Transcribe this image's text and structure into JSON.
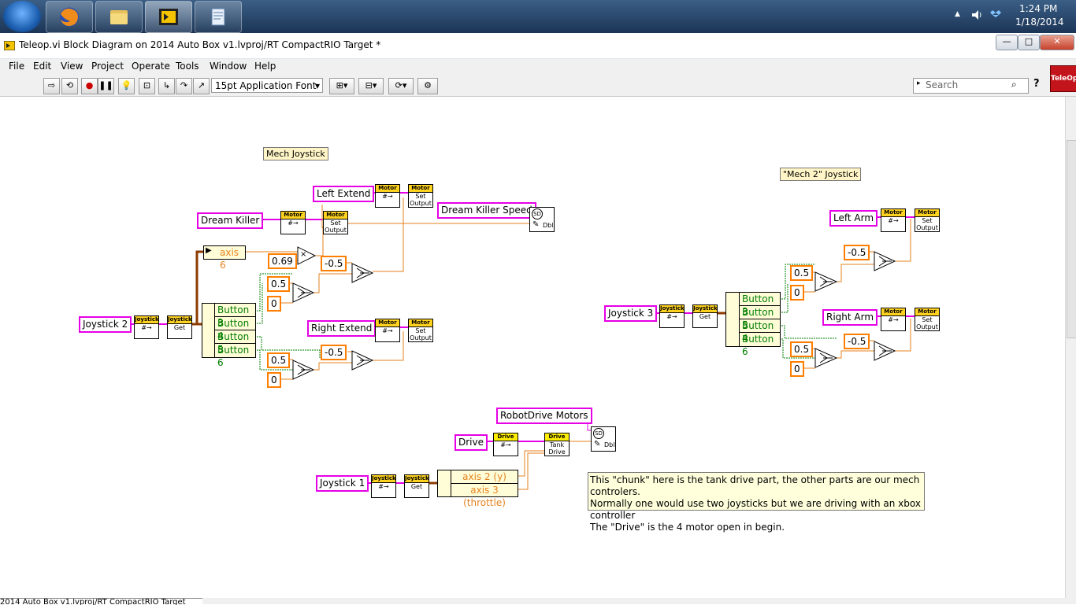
{
  "taskbar": {
    "clock_time": "1:24 PM",
    "clock_date": "1/18/2014",
    "tray_arrow": "▲"
  },
  "window": {
    "title": "Teleop.vi Block Diagram on 2014 Auto Box v1.lvproj/RT CompactRIO Target *",
    "minimize": "—",
    "maximize": "□",
    "close": "✕"
  },
  "menu": [
    "File",
    "Edit",
    "View",
    "Project",
    "Operate",
    "Tools",
    "Window",
    "Help"
  ],
  "toolbar": {
    "font": "15pt Application Font",
    "search_placeholder": "Search",
    "help": "?",
    "teleop_icon_label": "TeleOp"
  },
  "labels": {
    "mech_joystick": "Mech Joystick",
    "mech2_joystick": "\"Mech 2\" Joystick"
  },
  "refs": {
    "left_extend": "Left Extend",
    "dream_killer": "Dream Killer",
    "dream_killer_speed": "Dream Killer Speed",
    "joystick2": "Joystick 2",
    "right_extend": "Right Extend",
    "left_arm": "Left Arm",
    "right_arm": "Right Arm",
    "joystick3": "Joystick 3",
    "robotdrive_motors": "RobotDrive Motors",
    "drive": "Drive",
    "joystick1": "Joystick 1"
  },
  "nodes": {
    "motor": "Motor",
    "joystick": "Joystick",
    "drive": "Drive",
    "get": "Get",
    "set_output": "Set Output",
    "tank_drive": "Tank Drive",
    "dbl": "Dbl",
    "sd": "SD"
  },
  "constants": {
    "c069": "0.69",
    "cneg05": "-0.5",
    "c05": "0.5",
    "c0": "0",
    "times": "×"
  },
  "unbundle_j2": [
    "Button 3",
    "Button 4",
    "Button 5",
    "Button 6"
  ],
  "unbundle_j3": [
    "Button 3",
    "Button 5",
    "Button 4",
    "Button 6"
  ],
  "unbundle_j1": [
    "axis 2 (y)",
    "axis 3 (throttle)"
  ],
  "axis6": "axis 6",
  "comment": [
    "This \"chunk\" here is the tank drive part, the other parts are our mech controlers.",
    "Normally one would use two joysticks but we are driving with an xbox controller",
    "The \"Drive\" is the 4 motor open in begin."
  ],
  "statusbar": "2014 Auto Box v1.lvproj/RT CompactRIO Target"
}
